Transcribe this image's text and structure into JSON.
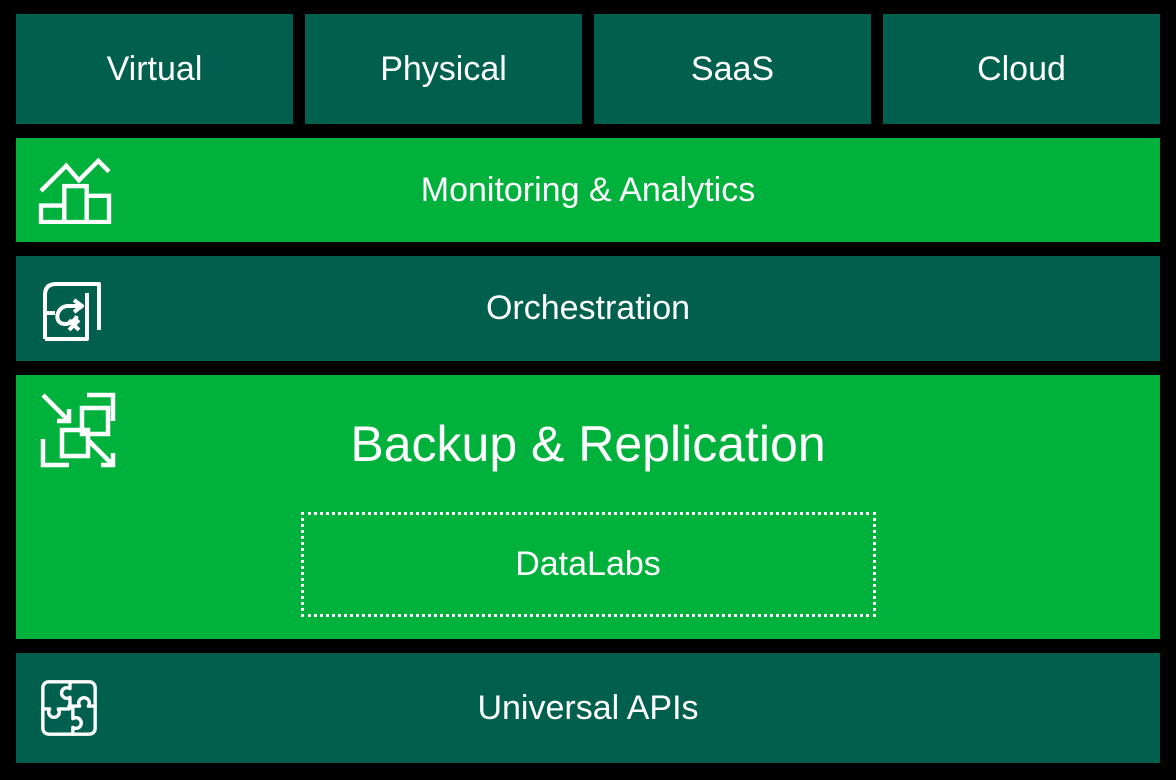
{
  "colors": {
    "background": "#000000",
    "dark_green": "#00604D",
    "bright_green": "#00B23C",
    "text": "#FFFFFF"
  },
  "top_row": {
    "items": [
      {
        "label": "Virtual"
      },
      {
        "label": "Physical"
      },
      {
        "label": "SaaS"
      },
      {
        "label": "Cloud"
      }
    ]
  },
  "layers": {
    "monitoring": {
      "label": "Monitoring & Analytics",
      "icon": "analytics-bars-trend-icon"
    },
    "orchestration": {
      "label": "Orchestration",
      "icon": "workflow-loop-icon"
    },
    "backup": {
      "label": "Backup & Replication",
      "icon": "replication-squares-arrows-icon",
      "sub": {
        "label": "DataLabs"
      }
    },
    "apis": {
      "label": "Universal APIs",
      "icon": "puzzle-icon"
    }
  }
}
